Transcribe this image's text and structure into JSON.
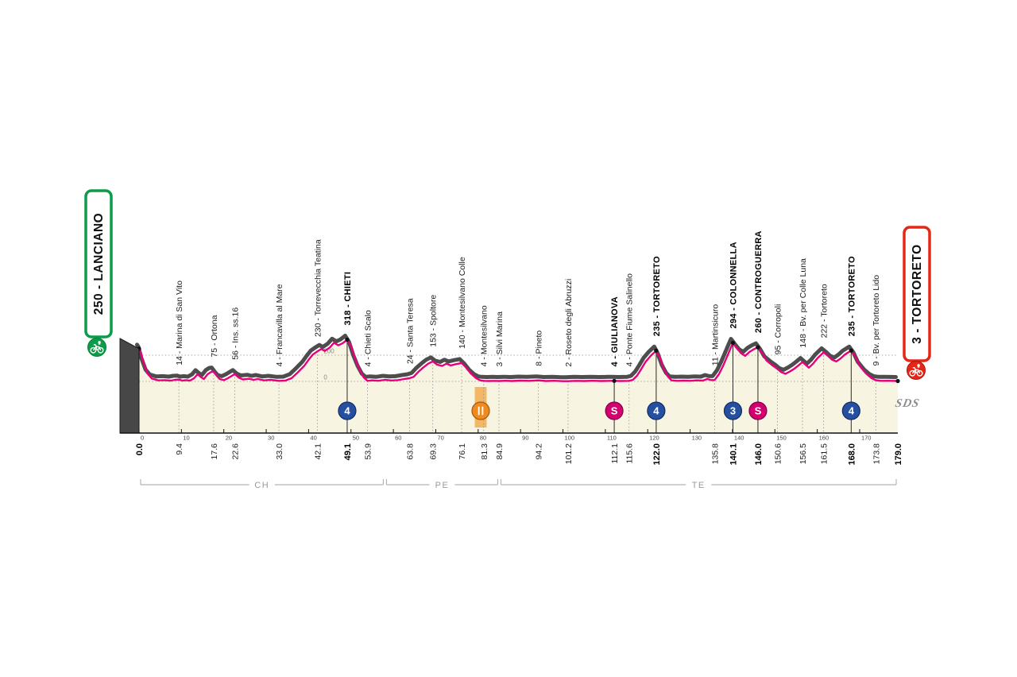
{
  "start": {
    "label": "250 - LANCIANO",
    "color": "#0d9b4a"
  },
  "finish": {
    "label": "3 - TORTORETO",
    "color": "#e52717"
  },
  "logo": "SDS",
  "colors": {
    "profile_fill": "#f7f5e2",
    "profile_line": "#e5007d",
    "profile_outline": "#4d4d4d",
    "gpm": "#24509f",
    "gpm_edge": "#142a66",
    "sprint": "#d4006f",
    "sprint_edge": "#7d0046",
    "feed": "#ee8a1e",
    "feed_edge": "#a85510",
    "grid": "#8f8f8f",
    "axis": "#111111"
  },
  "chart_data": {
    "type": "area",
    "title": "Giro stage altimetry Lanciano - Tortoreto",
    "x_unit": "km",
    "y_unit": "m",
    "x_range": [
      0,
      179
    ],
    "elevation_gridlines": [
      0,
      200
    ],
    "km_ticks": [
      0,
      10,
      20,
      30,
      40,
      50,
      60,
      70,
      80,
      90,
      100,
      110,
      120,
      130,
      140,
      150,
      160,
      170
    ],
    "profile": [
      [
        0,
        250
      ],
      [
        0.3,
        235
      ],
      [
        1,
        150
      ],
      [
        2,
        60
      ],
      [
        3,
        22
      ],
      [
        4.5,
        8
      ],
      [
        6,
        10
      ],
      [
        7.5,
        6
      ],
      [
        8.5,
        12
      ],
      [
        9.4,
        14
      ],
      [
        10.2,
        6
      ],
      [
        11,
        10
      ],
      [
        12,
        6
      ],
      [
        13,
        25
      ],
      [
        13.8,
        55
      ],
      [
        14.5,
        35
      ],
      [
        15.3,
        18
      ],
      [
        16.2,
        55
      ],
      [
        17,
        72
      ],
      [
        17.6,
        75
      ],
      [
        18.3,
        45
      ],
      [
        19,
        18
      ],
      [
        20,
        10
      ],
      [
        21,
        25
      ],
      [
        22,
        45
      ],
      [
        22.6,
        56
      ],
      [
        23.5,
        30
      ],
      [
        24.5,
        15
      ],
      [
        26,
        20
      ],
      [
        27,
        12
      ],
      [
        28,
        18
      ],
      [
        29.5,
        8
      ],
      [
        31,
        12
      ],
      [
        33,
        4
      ],
      [
        34.5,
        6
      ],
      [
        36,
        25
      ],
      [
        37.5,
        70
      ],
      [
        39,
        120
      ],
      [
        40,
        165
      ],
      [
        41,
        205
      ],
      [
        42.1,
        230
      ],
      [
        43,
        248
      ],
      [
        43.8,
        232
      ],
      [
        45,
        258
      ],
      [
        46,
        295
      ],
      [
        47,
        275
      ],
      [
        48,
        290
      ],
      [
        49.1,
        318
      ],
      [
        50,
        270
      ],
      [
        51,
        170
      ],
      [
        52,
        90
      ],
      [
        53,
        30
      ],
      [
        53.9,
        4
      ],
      [
        55,
        8
      ],
      [
        56.5,
        5
      ],
      [
        58,
        12
      ],
      [
        59.5,
        7
      ],
      [
        61,
        10
      ],
      [
        62.5,
        18
      ],
      [
        63.8,
        24
      ],
      [
        64.8,
        35
      ],
      [
        65.8,
        70
      ],
      [
        67,
        105
      ],
      [
        68.2,
        135
      ],
      [
        69.3,
        153
      ],
      [
        70.3,
        128
      ],
      [
        71.5,
        118
      ],
      [
        72.5,
        135
      ],
      [
        73.5,
        122
      ],
      [
        74.8,
        132
      ],
      [
        76.1,
        140
      ],
      [
        77.2,
        105
      ],
      [
        78.3,
        60
      ],
      [
        79.5,
        25
      ],
      [
        80.5,
        8
      ],
      [
        81.3,
        4
      ],
      [
        82.5,
        3
      ],
      [
        84,
        4
      ],
      [
        84.9,
        3
      ],
      [
        86.5,
        5
      ],
      [
        88,
        3
      ],
      [
        90,
        6
      ],
      [
        92,
        4
      ],
      [
        94.2,
        8
      ],
      [
        96,
        3
      ],
      [
        98,
        5
      ],
      [
        100,
        2
      ],
      [
        101.2,
        2
      ],
      [
        103,
        4
      ],
      [
        105,
        3
      ],
      [
        107,
        5
      ],
      [
        109,
        3
      ],
      [
        111,
        4
      ],
      [
        112.1,
        4
      ],
      [
        113.5,
        3
      ],
      [
        115.6,
        4
      ],
      [
        116.5,
        12
      ],
      [
        117.5,
        45
      ],
      [
        118.5,
        95
      ],
      [
        119.5,
        150
      ],
      [
        120.7,
        195
      ],
      [
        122,
        235
      ],
      [
        122.8,
        185
      ],
      [
        123.8,
        95
      ],
      [
        124.8,
        35
      ],
      [
        125.6,
        8
      ],
      [
        127,
        4
      ],
      [
        128.5,
        6
      ],
      [
        130,
        4
      ],
      [
        131.5,
        8
      ],
      [
        133,
        6
      ],
      [
        134,
        18
      ],
      [
        135,
        10
      ],
      [
        135.8,
        11
      ],
      [
        136.8,
        55
      ],
      [
        137.8,
        120
      ],
      [
        138.8,
        195
      ],
      [
        139.5,
        250
      ],
      [
        140.1,
        294
      ],
      [
        141,
        255
      ],
      [
        142,
        215
      ],
      [
        143,
        195
      ],
      [
        144,
        225
      ],
      [
        145,
        245
      ],
      [
        146,
        260
      ],
      [
        147,
        215
      ],
      [
        148,
        160
      ],
      [
        149.5,
        120
      ],
      [
        150.6,
        95
      ],
      [
        151.5,
        70
      ],
      [
        152.5,
        58
      ],
      [
        153.5,
        75
      ],
      [
        154.5,
        95
      ],
      [
        155.5,
        120
      ],
      [
        156.5,
        148
      ],
      [
        157.3,
        125
      ],
      [
        158,
        105
      ],
      [
        159,
        135
      ],
      [
        160,
        175
      ],
      [
        161.5,
        222
      ],
      [
        162.5,
        195
      ],
      [
        163.5,
        165
      ],
      [
        164.5,
        152
      ],
      [
        165.5,
        175
      ],
      [
        166.5,
        205
      ],
      [
        168,
        235
      ],
      [
        169,
        190
      ],
      [
        170,
        120
      ],
      [
        171.5,
        60
      ],
      [
        172.8,
        25
      ],
      [
        173.8,
        9
      ],
      [
        175,
        4
      ],
      [
        176.5,
        5
      ],
      [
        179,
        3
      ]
    ],
    "waypoints": [
      {
        "km": 0.0,
        "elev": 250,
        "name": "",
        "km_label": "0.0",
        "bold_km": true,
        "dot": true
      },
      {
        "km": 9.4,
        "elev": 14,
        "name": "14 - Marina di San Vito",
        "km_label": "9.4"
      },
      {
        "km": 17.6,
        "elev": 75,
        "name": "75 - Ortona",
        "km_label": "17.6"
      },
      {
        "km": 22.6,
        "elev": 56,
        "name": "56 - Ins. ss.16",
        "km_label": "22.6"
      },
      {
        "km": 33.0,
        "elev": 4,
        "name": "4 - Francavilla al Mare",
        "km_label": "33.0"
      },
      {
        "km": 42.1,
        "elev": 230,
        "name": "230 - Torrevecchia Teatina",
        "km_label": "42.1"
      },
      {
        "km": 49.1,
        "elev": 318,
        "name": "318 - CHIETI",
        "bold": true,
        "km_label": "49.1",
        "bold_km": true
      },
      {
        "km": 53.9,
        "elev": 4,
        "name": "4 - Chieti Scalo",
        "km_label": "53.9"
      },
      {
        "km": 63.8,
        "elev": 24,
        "name": "24 - Santa Teresa",
        "km_label": "63.8"
      },
      {
        "km": 69.3,
        "elev": 153,
        "name": "153 - Spoltore",
        "km_label": "69.3"
      },
      {
        "km": 76.1,
        "elev": 140,
        "name": "140 - Montesilvano Colle",
        "km_label": "76.1"
      },
      {
        "km": 81.3,
        "elev": 4,
        "name": "4 - Montesilvano",
        "km_label": "81.3"
      },
      {
        "km": 84.9,
        "elev": 3,
        "name": "3 - Silvi Marina",
        "km_label": "84.9"
      },
      {
        "km": 94.2,
        "elev": 8,
        "name": "8 - Pineto",
        "km_label": "94.2"
      },
      {
        "km": 101.2,
        "elev": 2,
        "name": "2 - Roseto degli Abruzzi",
        "km_label": "101.2"
      },
      {
        "km": 112.1,
        "elev": 4,
        "name": "4 - GIULIANOVA",
        "bold": true,
        "km_label": "112.1"
      },
      {
        "km": 115.6,
        "elev": 4,
        "name": "4 - Ponte Fiume Salinello",
        "km_label": "115.6"
      },
      {
        "km": 122.0,
        "elev": 235,
        "name": "235 - TORTORETO",
        "bold": true,
        "km_label": "122.0",
        "bold_km": true
      },
      {
        "km": 135.8,
        "elev": 11,
        "name": "11 - Martinsicuro",
        "km_label": "135.8"
      },
      {
        "km": 140.1,
        "elev": 294,
        "name": "294 - COLONNELLA",
        "bold": true,
        "km_label": "140.1",
        "bold_km": true
      },
      {
        "km": 146.0,
        "elev": 260,
        "name": "260 - CONTROGUERRA",
        "bold": true,
        "km_label": "146.0",
        "bold_km": true
      },
      {
        "km": 150.6,
        "elev": 95,
        "name": "95 - Corropoli",
        "km_label": "150.6"
      },
      {
        "km": 156.5,
        "elev": 148,
        "name": "148 - Bv. per Colle Luna",
        "km_label": "156.5"
      },
      {
        "km": 161.5,
        "elev": 222,
        "name": "222 - Tortoreto",
        "km_label": "161.5"
      },
      {
        "km": 168.0,
        "elev": 235,
        "name": "235 - TORTORETO",
        "bold": true,
        "km_label": "168.0",
        "bold_km": true
      },
      {
        "km": 173.8,
        "elev": 9,
        "name": "9 - Bv. per Tortoreto Lido",
        "km_label": "173.8"
      },
      {
        "km": 179.0,
        "elev": 3,
        "name": "",
        "km_label": "179.0",
        "bold_km": true,
        "dot": true
      }
    ],
    "markers": [
      {
        "km": 49.1,
        "type": "gpm",
        "label": "4"
      },
      {
        "km": 80.6,
        "type": "feed",
        "label": ""
      },
      {
        "km": 112.1,
        "type": "sprint",
        "label": "S"
      },
      {
        "km": 122.0,
        "type": "gpm",
        "label": "4"
      },
      {
        "km": 140.1,
        "type": "gpm",
        "label": "3"
      },
      {
        "km": 146.0,
        "type": "sprint",
        "label": "S"
      },
      {
        "km": 168.0,
        "type": "gpm",
        "label": "4"
      }
    ],
    "feed_zone": {
      "from": 79.2,
      "to": 82.0
    },
    "provinces": [
      {
        "code": "CH",
        "from": 0,
        "to": 58
      },
      {
        "code": "PE",
        "from": 58,
        "to": 85
      },
      {
        "code": "TE",
        "from": 85,
        "to": 179
      }
    ]
  }
}
